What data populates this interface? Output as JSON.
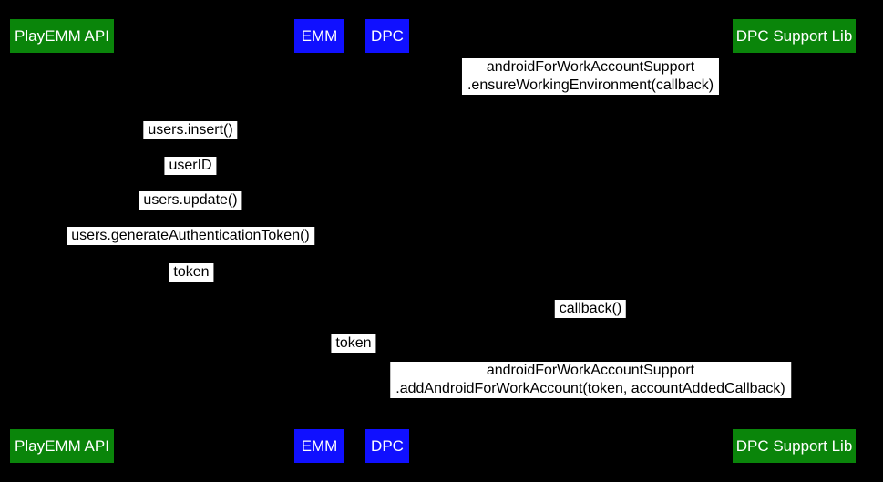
{
  "diagram_type": "sequence-diagram",
  "colors": {
    "background": "#000000",
    "participant_green": "#0a850a",
    "participant_blue": "#1010ff",
    "participant_text": "#ffffff",
    "message_bg": "#ffffff",
    "message_text": "#000000"
  },
  "participants": [
    {
      "label": "PlayEMM API"
    },
    {
      "label": "EMM"
    },
    {
      "label": "DPC"
    },
    {
      "label": "DPC Support Lib"
    }
  ],
  "messages": [
    {
      "line1": "androidForWorkAccountSupport",
      "line2": ".ensureWorkingEnvironment(callback)"
    },
    {
      "text": "users.insert()"
    },
    {
      "text": "userID"
    },
    {
      "text": "users.update()"
    },
    {
      "text": "users.generateAuthenticationToken()"
    },
    {
      "text": "token"
    },
    {
      "text": "callback()"
    },
    {
      "text": "token"
    },
    {
      "line1": "androidForWorkAccountSupport",
      "line2": ".addAndroidForWorkAccount(token, accountAddedCallback)"
    }
  ]
}
